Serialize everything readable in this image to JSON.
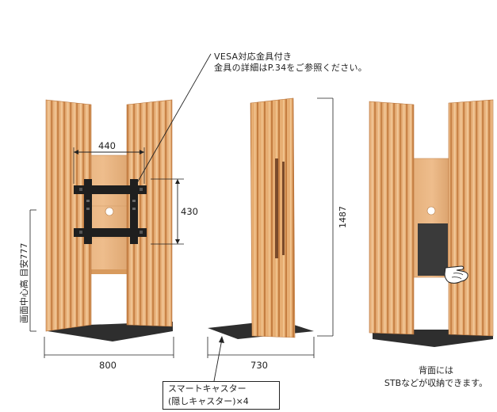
{
  "vesa_note": {
    "line1": "VESA対応金具付き",
    "line2": "金具の詳細はP.34をご参照ください。"
  },
  "dimensions": {
    "bracket_width": "440",
    "bracket_height": "430",
    "front_width": "800",
    "side_depth": "730",
    "total_height": "1487",
    "screen_center_height": "画面中心高 目安777"
  },
  "caster_note": {
    "line1": "スマートキャスター",
    "line2": "(隠しキャスター)×4"
  },
  "back_note": {
    "line1": "背面には",
    "line2": "STBなどが収納できます。"
  },
  "colors": {
    "wood_light": "#e8b27c",
    "wood_mid": "#d58e52",
    "wood_dark": "#b9713a",
    "base": "#2e2e2e",
    "bracket": "#1f1f1f",
    "stb": "#3a3a3a"
  },
  "icons": [
    "pointing-hand-icon"
  ]
}
